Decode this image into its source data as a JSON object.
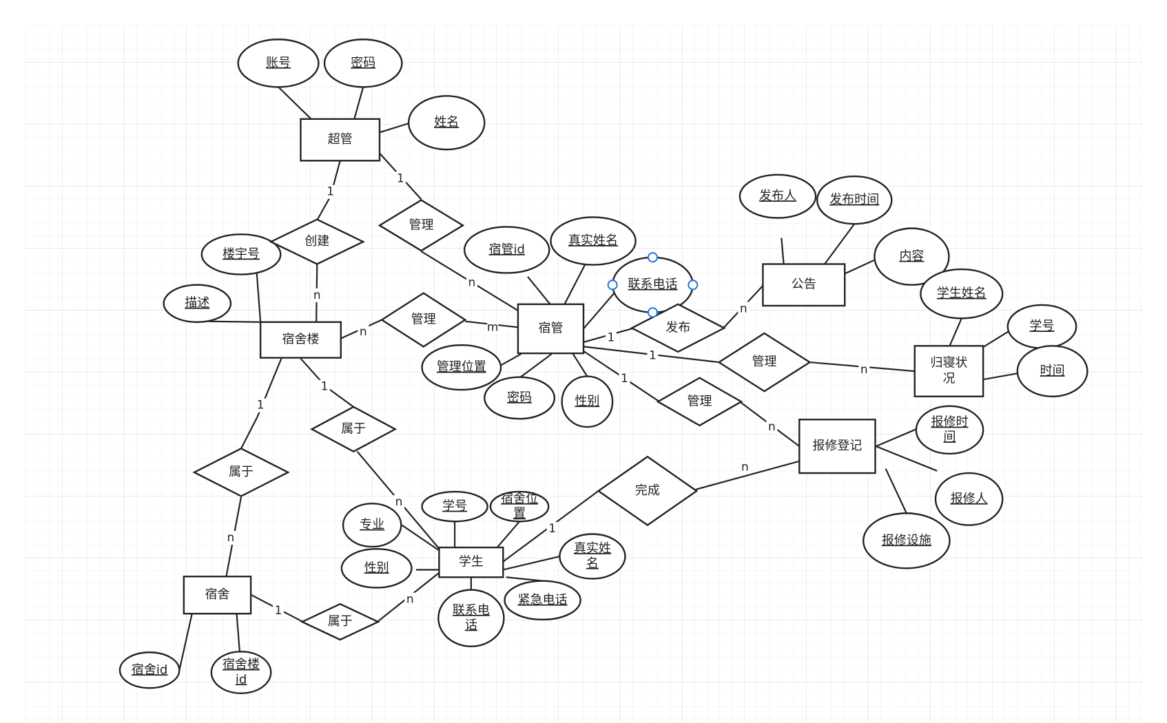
{
  "colors": {
    "grid_minor": "#eeeeee",
    "grid_major": "#dcdcdc",
    "stroke": "#222222",
    "selection": "#1a73e8"
  },
  "entities": [
    {
      "id": "chaoguan",
      "label": "超管"
    },
    {
      "id": "susheluo",
      "label": "宿舍楼"
    },
    {
      "id": "suguan",
      "label": "宿管"
    },
    {
      "id": "gonggao",
      "label": "公告"
    },
    {
      "id": "guiqin",
      "label": "归寝状\n况"
    },
    {
      "id": "baoxiu",
      "label": "报修登记"
    },
    {
      "id": "xuesheng",
      "label": "学生"
    },
    {
      "id": "sushe",
      "label": "宿舍"
    }
  ],
  "attributes": [
    {
      "id": "a_zhanghao",
      "label": "账号"
    },
    {
      "id": "a_mima1",
      "label": "密码"
    },
    {
      "id": "a_xingming",
      "label": "姓名"
    },
    {
      "id": "a_louyuhao",
      "label": "楼宇号"
    },
    {
      "id": "a_miaoshu",
      "label": "描述"
    },
    {
      "id": "a_suguanid",
      "label": "宿管id"
    },
    {
      "id": "a_zhenshi1",
      "label": "真实姓名"
    },
    {
      "id": "a_lianxi1",
      "label": "联系电话"
    },
    {
      "id": "a_guanliweizhi",
      "label": "管理位置"
    },
    {
      "id": "a_mima2",
      "label": "密码"
    },
    {
      "id": "a_xingbie1",
      "label": "性别"
    },
    {
      "id": "a_fabuRen",
      "label": "发布人"
    },
    {
      "id": "a_fabuShijian",
      "label": "发布时间"
    },
    {
      "id": "a_neirong",
      "label": "内容"
    },
    {
      "id": "a_xueshengxingming",
      "label": "学生姓名"
    },
    {
      "id": "a_xuehao1",
      "label": "学号"
    },
    {
      "id": "a_shijian",
      "label": "时间"
    },
    {
      "id": "a_baoxiushijian",
      "label": "报修时\n间"
    },
    {
      "id": "a_baoxiuren",
      "label": "报修人"
    },
    {
      "id": "a_baoxiusheshi",
      "label": "报修设施"
    },
    {
      "id": "a_zhuanye",
      "label": "专业"
    },
    {
      "id": "a_xuehao2",
      "label": "学号"
    },
    {
      "id": "a_sushewz",
      "label": "宿舍位\n置"
    },
    {
      "id": "a_xingbie2",
      "label": "性别"
    },
    {
      "id": "a_zhenshi2",
      "label": "真实姓\n名"
    },
    {
      "id": "a_jinji",
      "label": "紧急电话"
    },
    {
      "id": "a_lianxi2",
      "label": "联系电\n话"
    },
    {
      "id": "a_susheid",
      "label": "宿舍id"
    },
    {
      "id": "a_susheluoid",
      "label": "宿舍楼\nid"
    }
  ],
  "relationships": [
    {
      "id": "r_chuangjian",
      "label": "创建"
    },
    {
      "id": "r_guanli1",
      "label": "管理"
    },
    {
      "id": "r_guanli2",
      "label": "管理"
    },
    {
      "id": "r_fabu",
      "label": "发布"
    },
    {
      "id": "r_guanli3",
      "label": "管理"
    },
    {
      "id": "r_guanli4",
      "label": "管理"
    },
    {
      "id": "r_shuyu1",
      "label": "属于"
    },
    {
      "id": "r_shuyu2",
      "label": "属于"
    },
    {
      "id": "r_wancheng",
      "label": "完成"
    },
    {
      "id": "r_shuyu3",
      "label": "属于"
    }
  ],
  "cardinalities": [
    {
      "id": "c1",
      "label": "1"
    },
    {
      "id": "c2",
      "label": "n"
    },
    {
      "id": "c3",
      "label": "1"
    },
    {
      "id": "c4",
      "label": "n"
    },
    {
      "id": "c5",
      "label": "n"
    },
    {
      "id": "c6",
      "label": "m"
    },
    {
      "id": "c7",
      "label": "1"
    },
    {
      "id": "c8",
      "label": "n"
    },
    {
      "id": "c9",
      "label": "1"
    },
    {
      "id": "c10",
      "label": "n"
    },
    {
      "id": "c11",
      "label": "1"
    },
    {
      "id": "c12",
      "label": "n"
    },
    {
      "id": "c13",
      "label": "1"
    },
    {
      "id": "c14",
      "label": "n"
    },
    {
      "id": "c15",
      "label": "1"
    },
    {
      "id": "c16",
      "label": "n"
    },
    {
      "id": "c17",
      "label": "1"
    },
    {
      "id": "c18",
      "label": "n"
    },
    {
      "id": "c19",
      "label": "1"
    },
    {
      "id": "c20",
      "label": "n"
    }
  ]
}
